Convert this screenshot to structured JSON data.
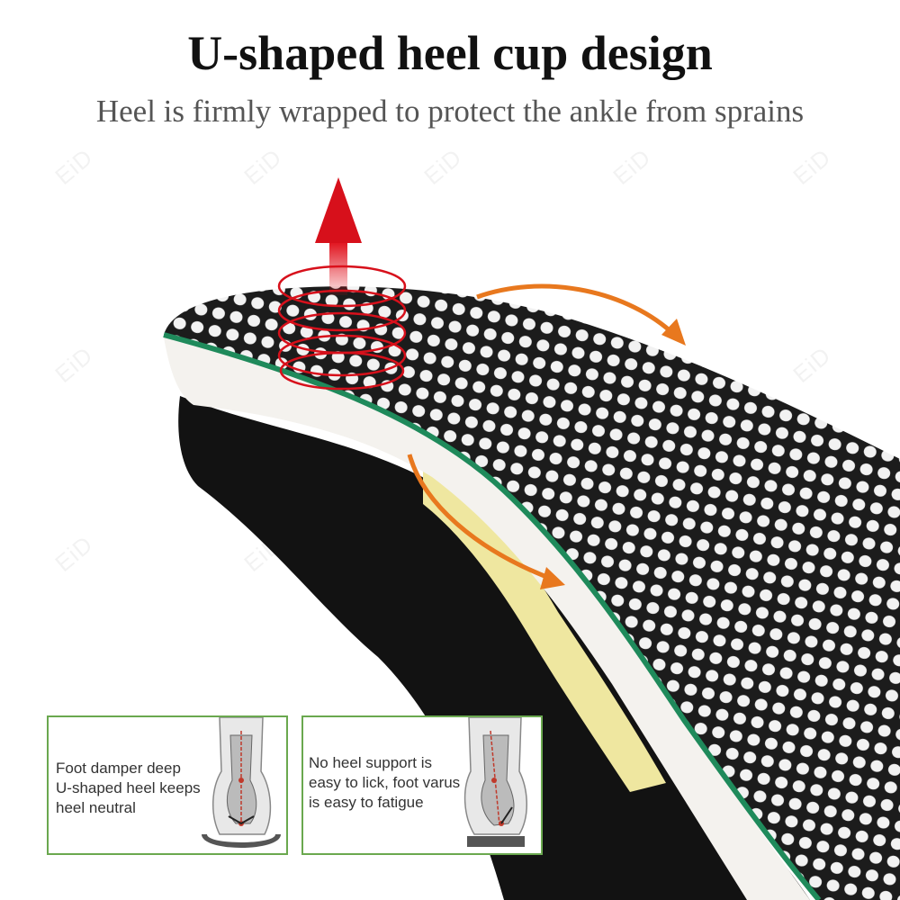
{
  "header": {
    "title": "U-shaped heel cup design",
    "subtitle": "Heel is firmly wrapped to protect the ankle from sprains"
  },
  "watermark": {
    "text": "EiD"
  },
  "insets": {
    "left": {
      "text": "Foot damper deep\nU-shaped heel keeps\nheel neutral"
    },
    "right": {
      "text": "No heel support is\neasy to lick, foot varus\nis easy to fatigue"
    }
  },
  "colors": {
    "red_arrow": "#d7101b",
    "orange_arrow": "#e8781e",
    "insole_edge": "#1f8a5b",
    "inset_border": "#6aa84f"
  }
}
